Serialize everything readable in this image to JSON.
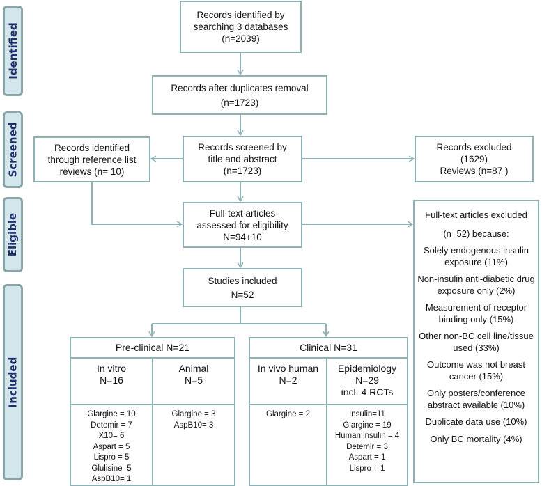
{
  "phases": [
    "Identified",
    "Screened",
    "Eligible",
    "Included"
  ],
  "identified": {
    "line1": "Records identified by",
    "line2": "searching 3 databases",
    "count": "(n=2039)"
  },
  "dedup": {
    "line1": "Records after duplicates removal",
    "count": "(n=1723)"
  },
  "reference": {
    "line1": "Records identified",
    "line2": "through reference list",
    "line3": "reviews (n= 10)"
  },
  "screened": {
    "line1": "Records screened by",
    "line2": "title and abstract",
    "count": "(n=1723)"
  },
  "excluded": {
    "line1": "Records excluded",
    "count": "(1629)",
    "reviews": "Reviews (n=87 )"
  },
  "fulltext": {
    "line1": "Full-text articles",
    "line2": "assessed for eligibility",
    "count": "N=94+10"
  },
  "fulltext_excluded": {
    "title": "Full-text articles excluded",
    "count": "(n=52) because:",
    "reasons": [
      "Solely endogenous insulin exposure  (11%)",
      "Non-insulin anti-diabetic drug exposure only (2%)",
      "Measurement of receptor binding only (15%)",
      "Other non-BC cell line/tissue used (33%)",
      "Outcome was not breast cancer (15%)",
      "Only posters/conference abstract available (10%)",
      "Duplicate data use (10%)",
      "Only BC mortality (4%)"
    ]
  },
  "included": {
    "line1": "Studies included",
    "count": "N=52"
  },
  "preclinical": {
    "title": "Pre-clinical N=21",
    "in_vitro": {
      "label": "In vitro",
      "count": "N=16",
      "items": [
        "Glargine = 10",
        "Detemir = 7",
        "X10= 6",
        "Aspart = 5",
        "Lispro = 5",
        "Glulisine=5",
        "AspB10= 1"
      ]
    },
    "animal": {
      "label": "Animal",
      "count": "N=5",
      "items": [
        "Glargine = 3",
        "AspB10= 3"
      ]
    }
  },
  "clinical": {
    "title": "Clinical N=31",
    "in_vivo": {
      "label": "In vivo human",
      "count": "N=2",
      "items": [
        "Glargine = 2"
      ]
    },
    "epidemiology": {
      "label": "Epidemiology",
      "count": "N=29",
      "note": "incl. 4 RCTs",
      "items": [
        "Insulin=11",
        "Glargine = 19",
        "Human insulin = 4",
        "Detemir = 3",
        "Aspart = 1",
        "Lispro = 1"
      ]
    }
  },
  "colors": {
    "border": "#8fb1b5",
    "phase_fill": "#d3e6ec",
    "phase_text": "#1c2f6b"
  }
}
